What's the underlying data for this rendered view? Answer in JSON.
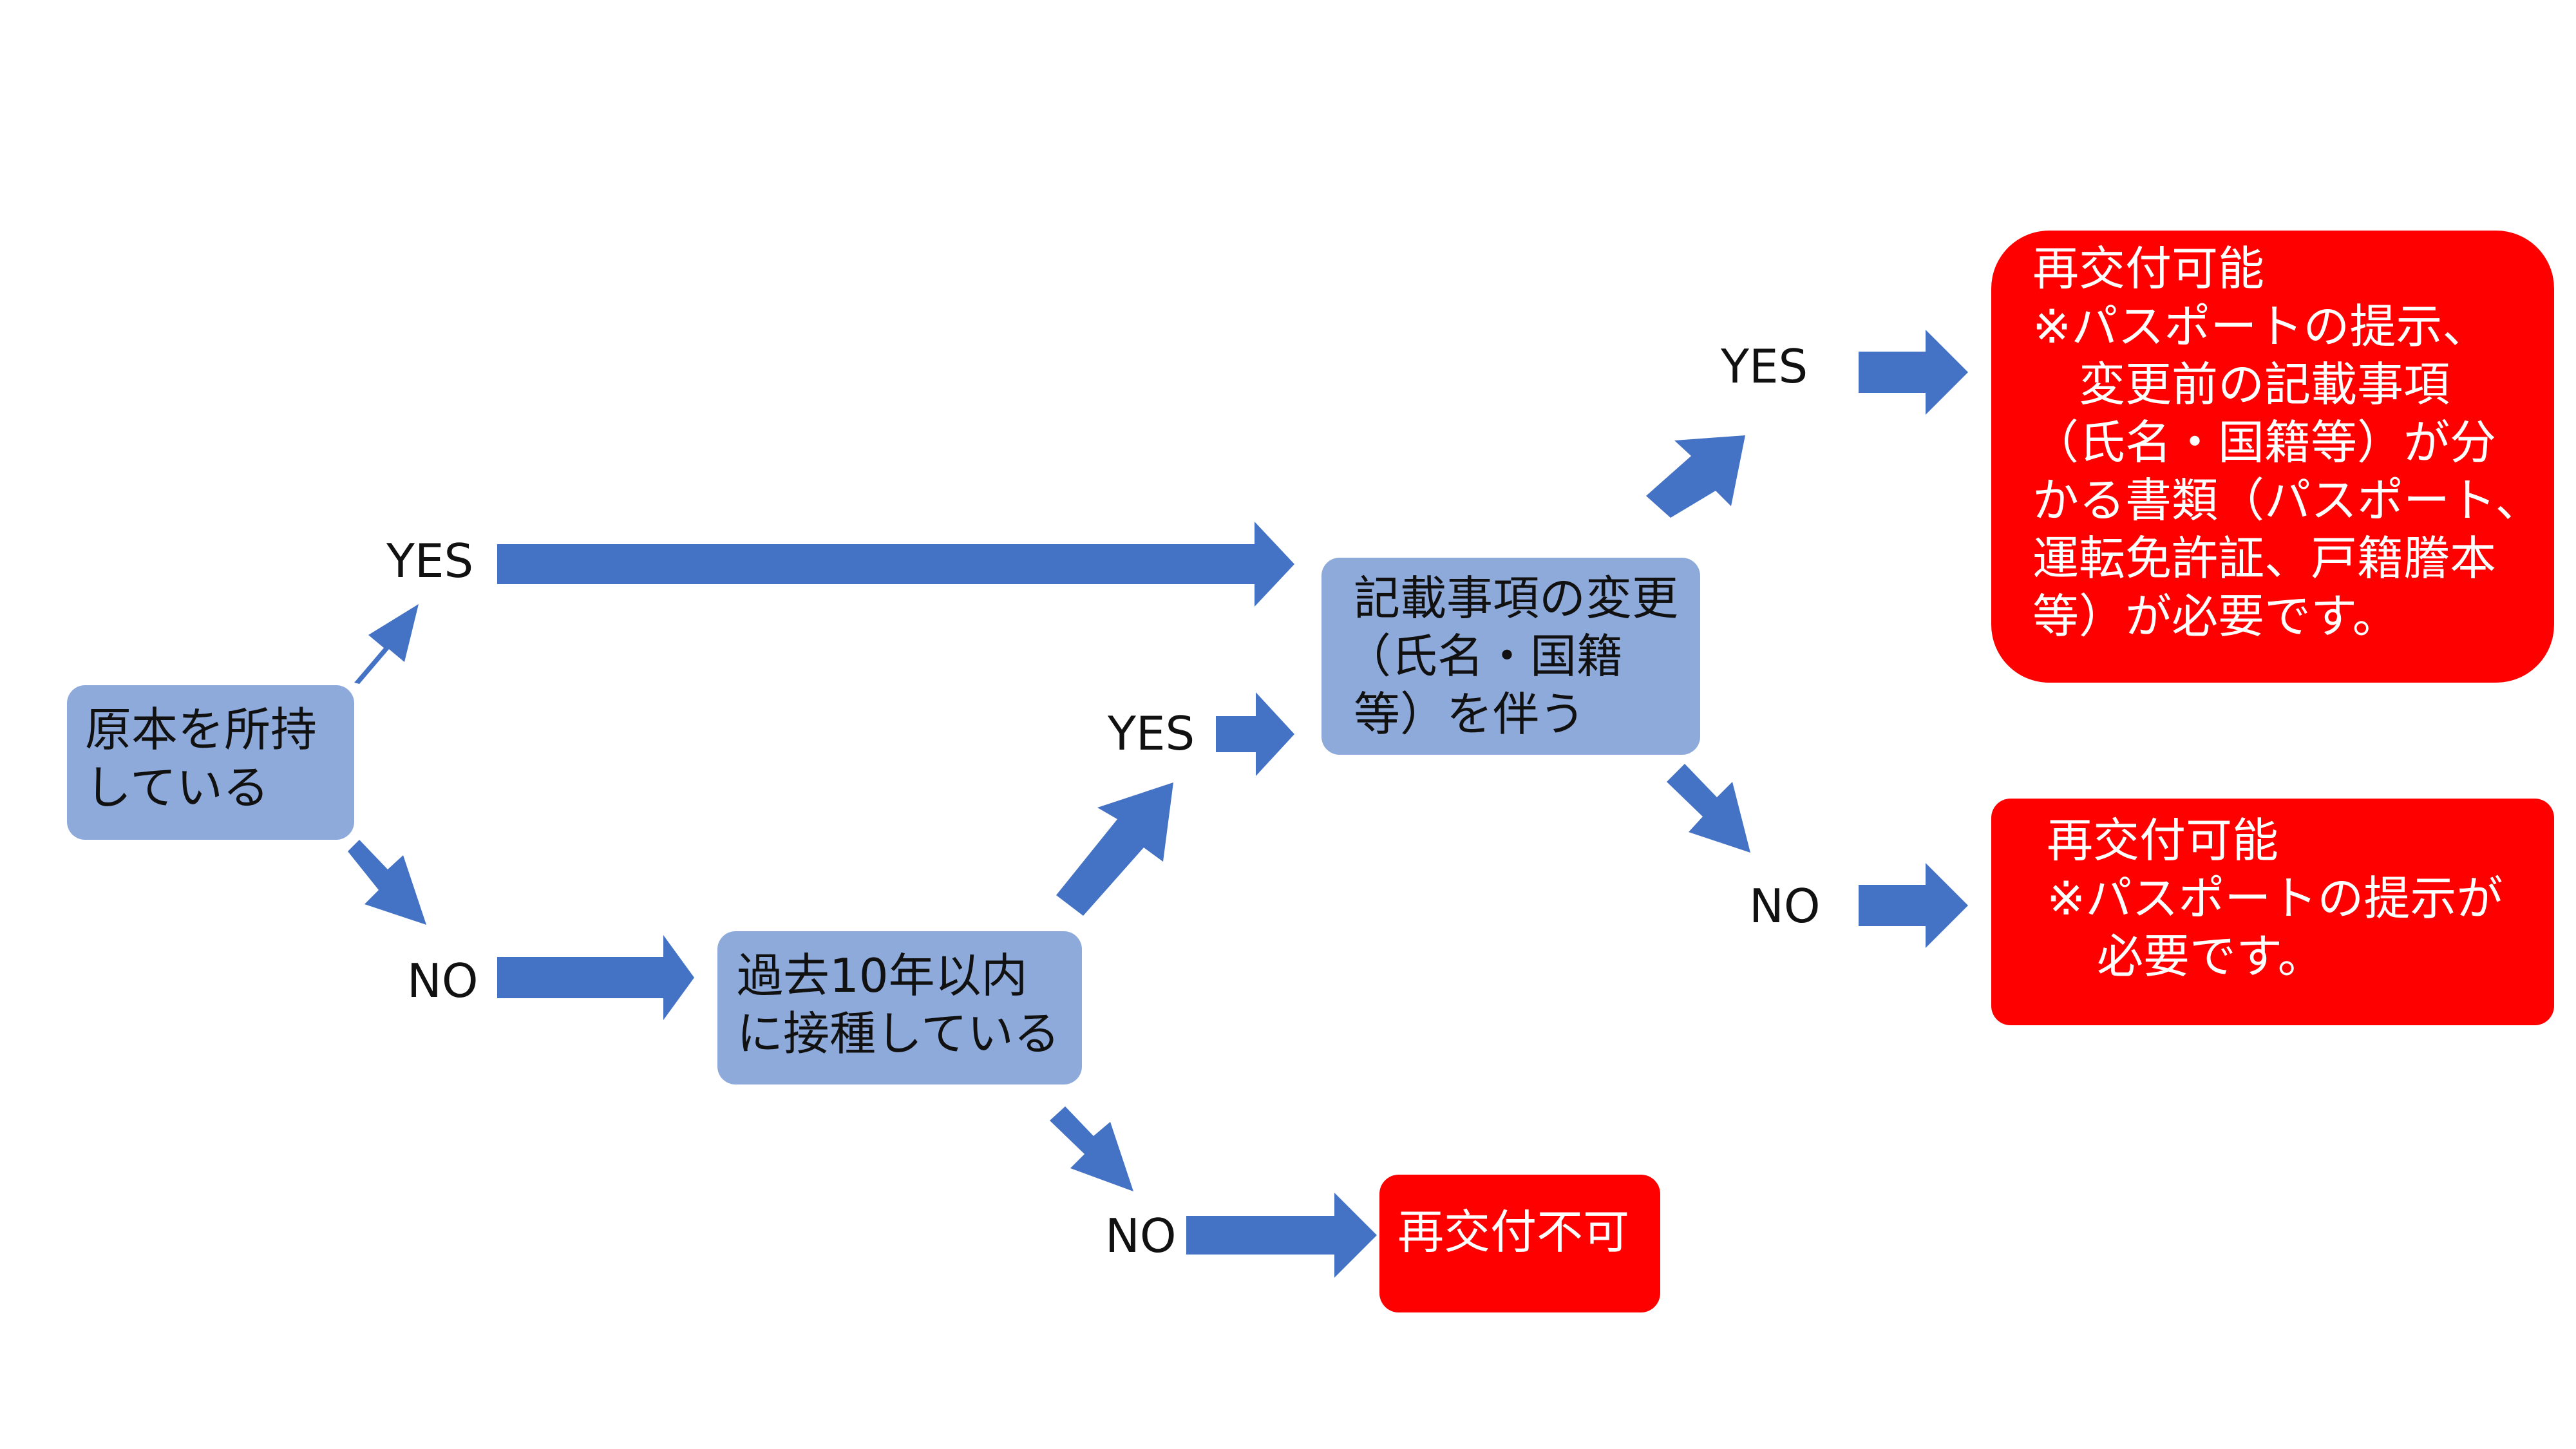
{
  "nodes": {
    "start": {
      "lines": [
        "原本を所持",
        "している"
      ]
    },
    "vaccinated": {
      "lines": [
        "過去10年以内",
        "に接種している"
      ]
    },
    "change": {
      "lines": [
        "記載事項の変更",
        "（氏名・国籍",
        "等）を伴う"
      ]
    },
    "result_change": {
      "lines": [
        "再交付可能",
        "※パスポートの提示、",
        "変更前の記載事項",
        "（氏名・国籍等）が分",
        "かる書類（パスポート、",
        "運転免許証、戸籍謄本",
        "等）が必要です。"
      ]
    },
    "result_passport": {
      "lines": [
        "再交付可能",
        "※パスポートの提示が",
        "必要です。"
      ]
    },
    "result_denied": {
      "lines": [
        "再交付不可"
      ]
    }
  },
  "edge_labels": {
    "start_yes": "YES",
    "start_no": "NO",
    "vaccinated_yes": "YES",
    "vaccinated_no": "NO",
    "change_yes": "YES",
    "change_no": "NO"
  },
  "colors": {
    "arrow": "#4472c4",
    "decision_box": "#8eaadb",
    "result_box": "#ff0000",
    "result_text": "#ffffff",
    "text": "#111111"
  }
}
